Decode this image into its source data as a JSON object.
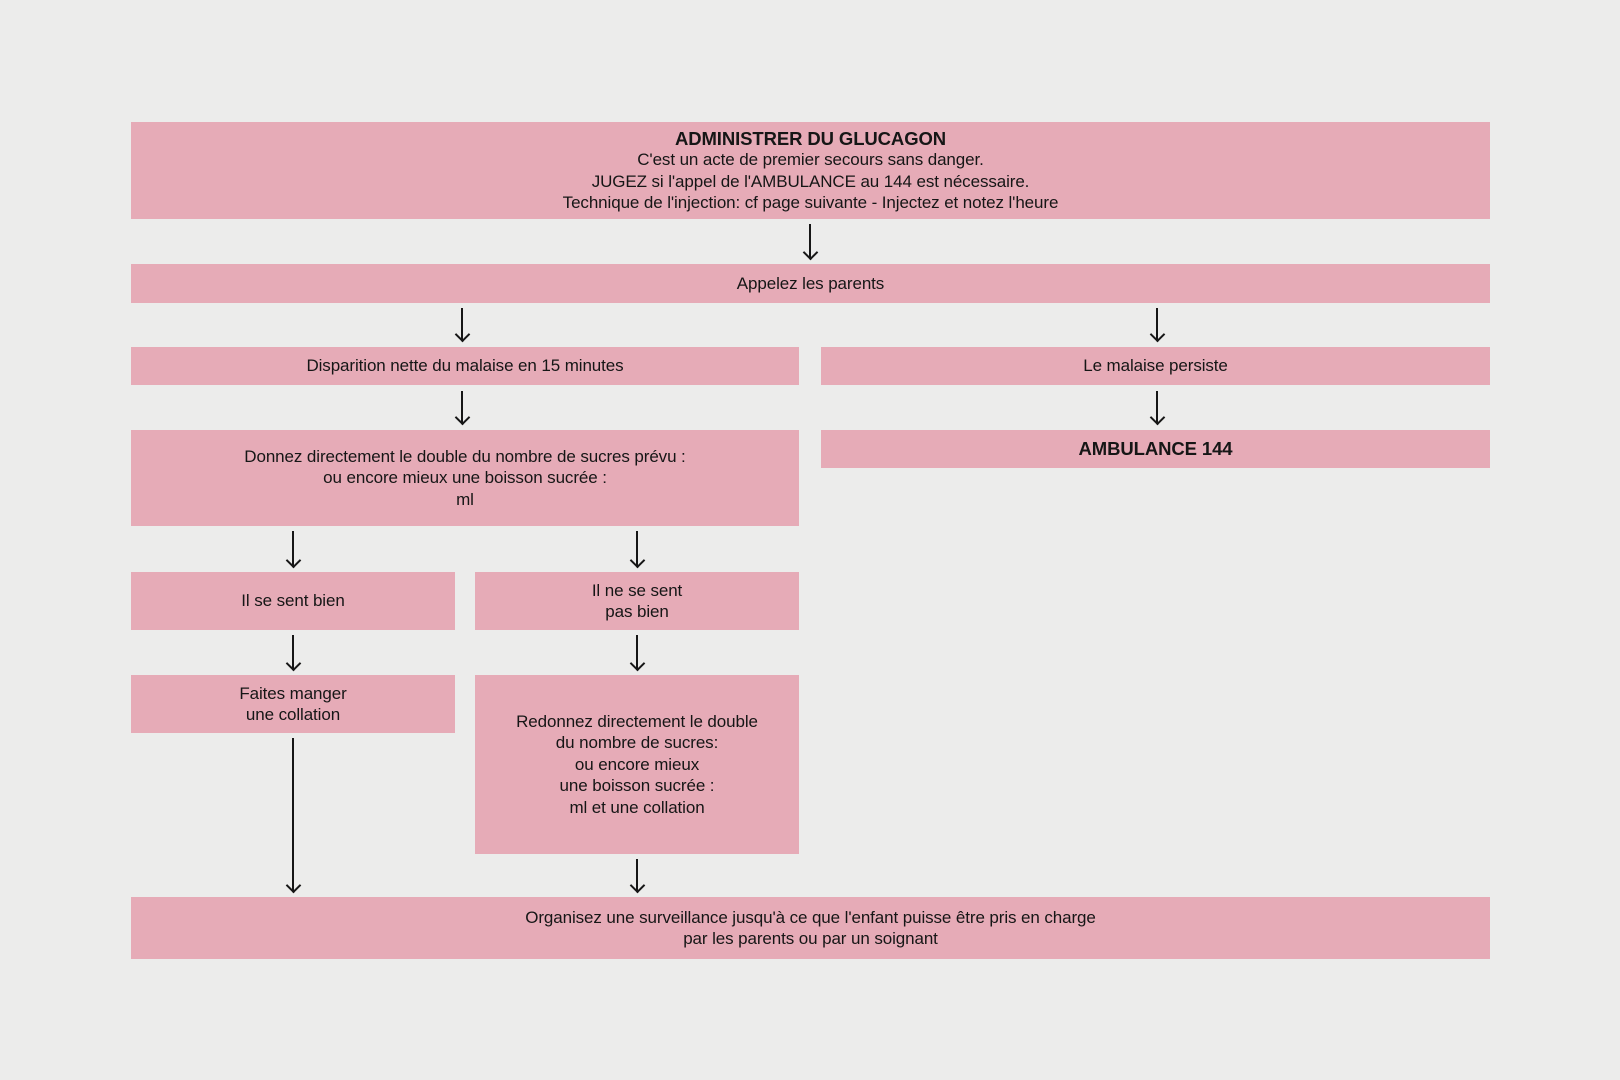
{
  "colors": {
    "background": "#ececeb",
    "box": "#e6abb7",
    "text": "#161616",
    "arrow": "#161616"
  },
  "flow": {
    "admin": {
      "title": "ADMINISTRER DU GLUCAGON",
      "lines": [
        "C'est un acte de premier secours sans danger.",
        "JUGEZ si l'appel de l'AMBULANCE au 144 est nécessaire.",
        "Technique de l'injection: cf page suivante - Injectez et notez l'heure"
      ]
    },
    "call_parents": "Appelez les parents",
    "resolved": "Disparition nette du malaise en 15 minutes",
    "persists": "Le malaise persiste",
    "give_sugar": {
      "lines": [
        "Donnez directement le double du nombre de sucres prévu :",
        "ou encore mieux une boisson sucrée :",
        "ml"
      ]
    },
    "ambulance": "AMBULANCE 144",
    "feels_well": "Il se sent bien",
    "feels_unwell": {
      "lines": [
        "Il ne se sent",
        "pas bien"
      ]
    },
    "snack": {
      "lines": [
        "Faites manger",
        "une collation"
      ]
    },
    "re_give": {
      "lines": [
        "Redonnez directement le double",
        "du nombre de sucres:",
        "ou encore mieux",
        "une boisson sucrée :",
        "ml et une collation"
      ]
    },
    "surveillance": {
      "lines": [
        "Organisez une surveillance jusqu'à ce que l'enfant puisse être pris en charge",
        "par les parents ou par un soignant"
      ]
    }
  }
}
